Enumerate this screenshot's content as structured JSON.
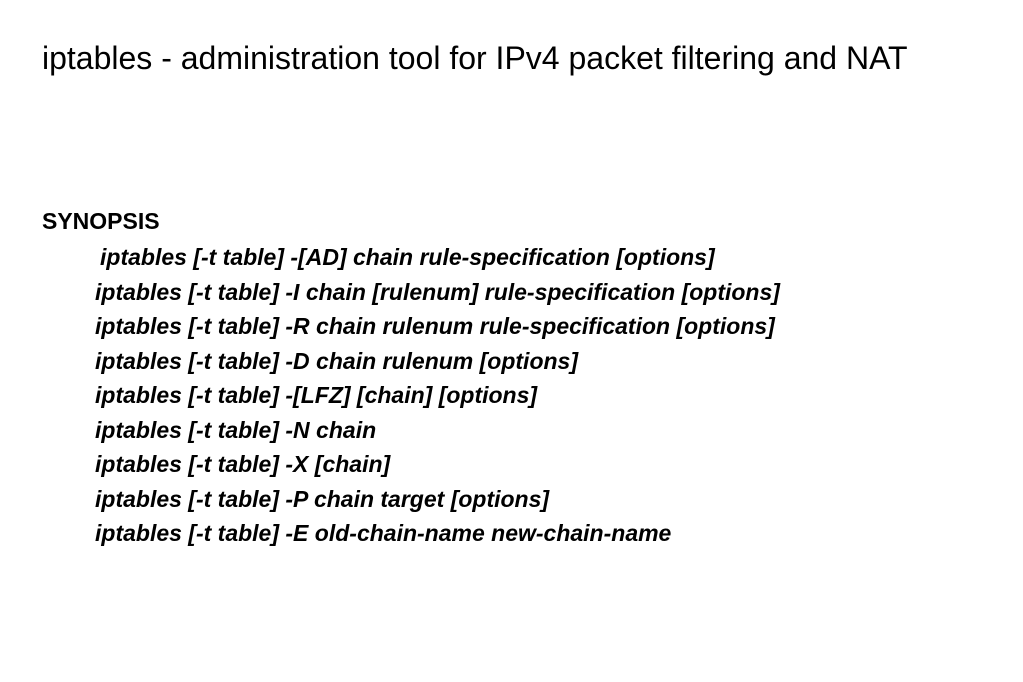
{
  "page": {
    "title": "iptables - administration tool for IPv4 packet filtering and NAT",
    "section_heading": "SYNOPSIS",
    "synopsis_lines": [
      "iptables [-t table] -[AD] chain rule-specification [options]",
      "iptables [-t table] -I chain [rulenum] rule-specification [options]",
      "iptables [-t table] -R chain rulenum rule-specification [options]",
      "iptables [-t table] -D chain rulenum [options]",
      "iptables [-t table] -[LFZ] [chain] [options]",
      "iptables [-t table] -N chain",
      "iptables [-t table] -X [chain]",
      "iptables [-t table] -P chain target [options]",
      "iptables [-t table] -E old-chain-name new-chain-name"
    ]
  },
  "colors": {
    "background": "#ffffff",
    "text": "#000000"
  }
}
